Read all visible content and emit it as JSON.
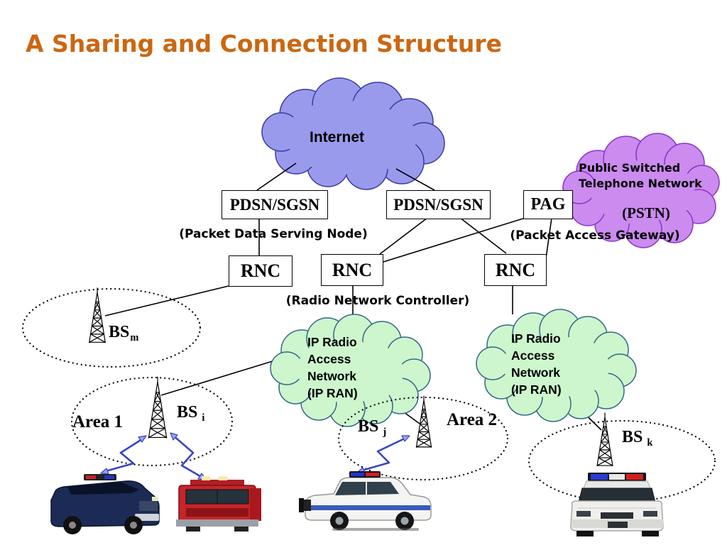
{
  "title": "A Sharing and Connection Structure",
  "clouds": {
    "internet": {
      "label": "Internet",
      "fill": "#9A9AED"
    },
    "pstn": {
      "line1": "Public Switched",
      "line2": "Telephone Network",
      "abbr": "(PSTN)",
      "fill": "#CB8BEF"
    },
    "ipran_left": {
      "line1": "IP Radio",
      "line2": "Access",
      "line3": "Network",
      "line4": "(IP RAN)",
      "fill": "#CDF6CD"
    },
    "ipran_right": {
      "line1": "IP Radio",
      "line2": "Access",
      "line3": "Network",
      "line4": "(IP RAN)",
      "fill": "#CDF6CD"
    }
  },
  "nodes": {
    "pdsn_left": "PDSN/SGSN",
    "pdsn_mid": "PDSN/SGSN",
    "pag": "PAG",
    "rnc_left": "RNC",
    "rnc_mid": "RNC",
    "rnc_right": "RNC"
  },
  "captions": {
    "pdsn": "(Packet Data Serving Node)",
    "pag": "(Packet Access Gateway)",
    "rnc": "(Radio Network Controller)"
  },
  "base_stations": {
    "bsm": {
      "base": "BS",
      "sub": "m"
    },
    "bsi": {
      "base": "BS",
      "sub": "i"
    },
    "bsj": {
      "base": "BS",
      "sub": "j"
    },
    "bsk": {
      "base": "BS",
      "sub": "k"
    }
  },
  "areas": {
    "area1": "Area 1",
    "area2": "Area 2"
  },
  "colors": {
    "title": "#CC6611",
    "wireless_link": "#3A45C4",
    "line": "#000000"
  }
}
